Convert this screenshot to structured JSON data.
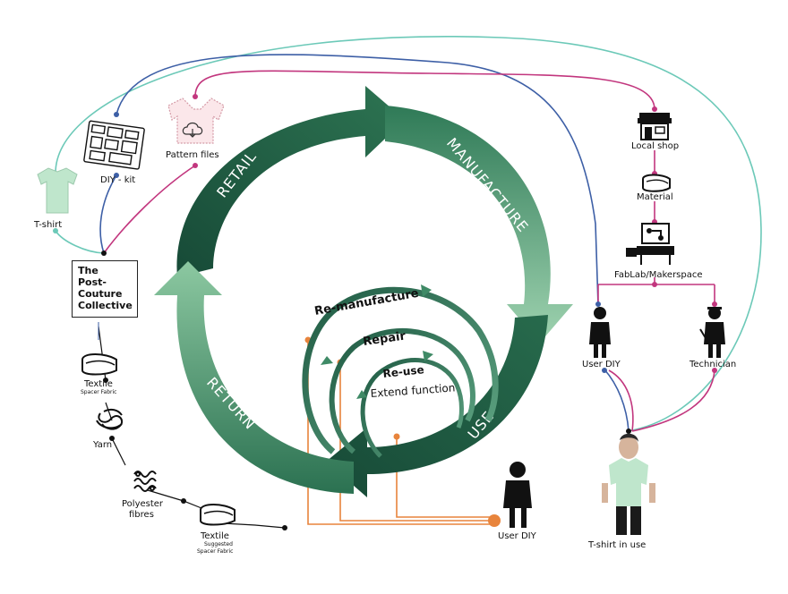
{
  "cycle": {
    "retail": "RETAIL",
    "manufacture": "MANUFACTURE",
    "use": "USE",
    "return": "RETURN"
  },
  "inner_loops": {
    "remanufacture": "Re-manufacture",
    "repair": "Repair",
    "reuse": "Re-use",
    "extend": "Extend function"
  },
  "left_items": {
    "tshirt": "T-shirt",
    "diy_kit": "DIY - kit",
    "pattern_files": "Pattern files",
    "collective": [
      "The",
      "Post-",
      "Couture",
      "Collective"
    ]
  },
  "materials": {
    "textile_top": "Textile",
    "textile_top_sub": "Spacer Fabric",
    "yarn": "Yarn",
    "polyester_1": "Polyester",
    "polyester_2": "fibres",
    "textile_bottom": "Textile",
    "textile_bottom_sub1": "Suggested",
    "textile_bottom_sub2": "Spacer Fabric"
  },
  "right_chain": {
    "local_shop": "Local shop",
    "material": "Material",
    "fablab": "FabLab/Makerspace",
    "user_diy": "User DIY",
    "technician": "Technician",
    "tshirt_in_use": "T-shirt in use"
  },
  "bottom_user": "User DIY",
  "colors": {
    "teal": "#6cc9b8",
    "blue": "#3d5fa6",
    "magenta": "#c2367e",
    "orange": "#e8843c",
    "green_dark": "#1f5a43",
    "green_mid": "#3f8a66",
    "green_light": "#8fc9a4"
  }
}
